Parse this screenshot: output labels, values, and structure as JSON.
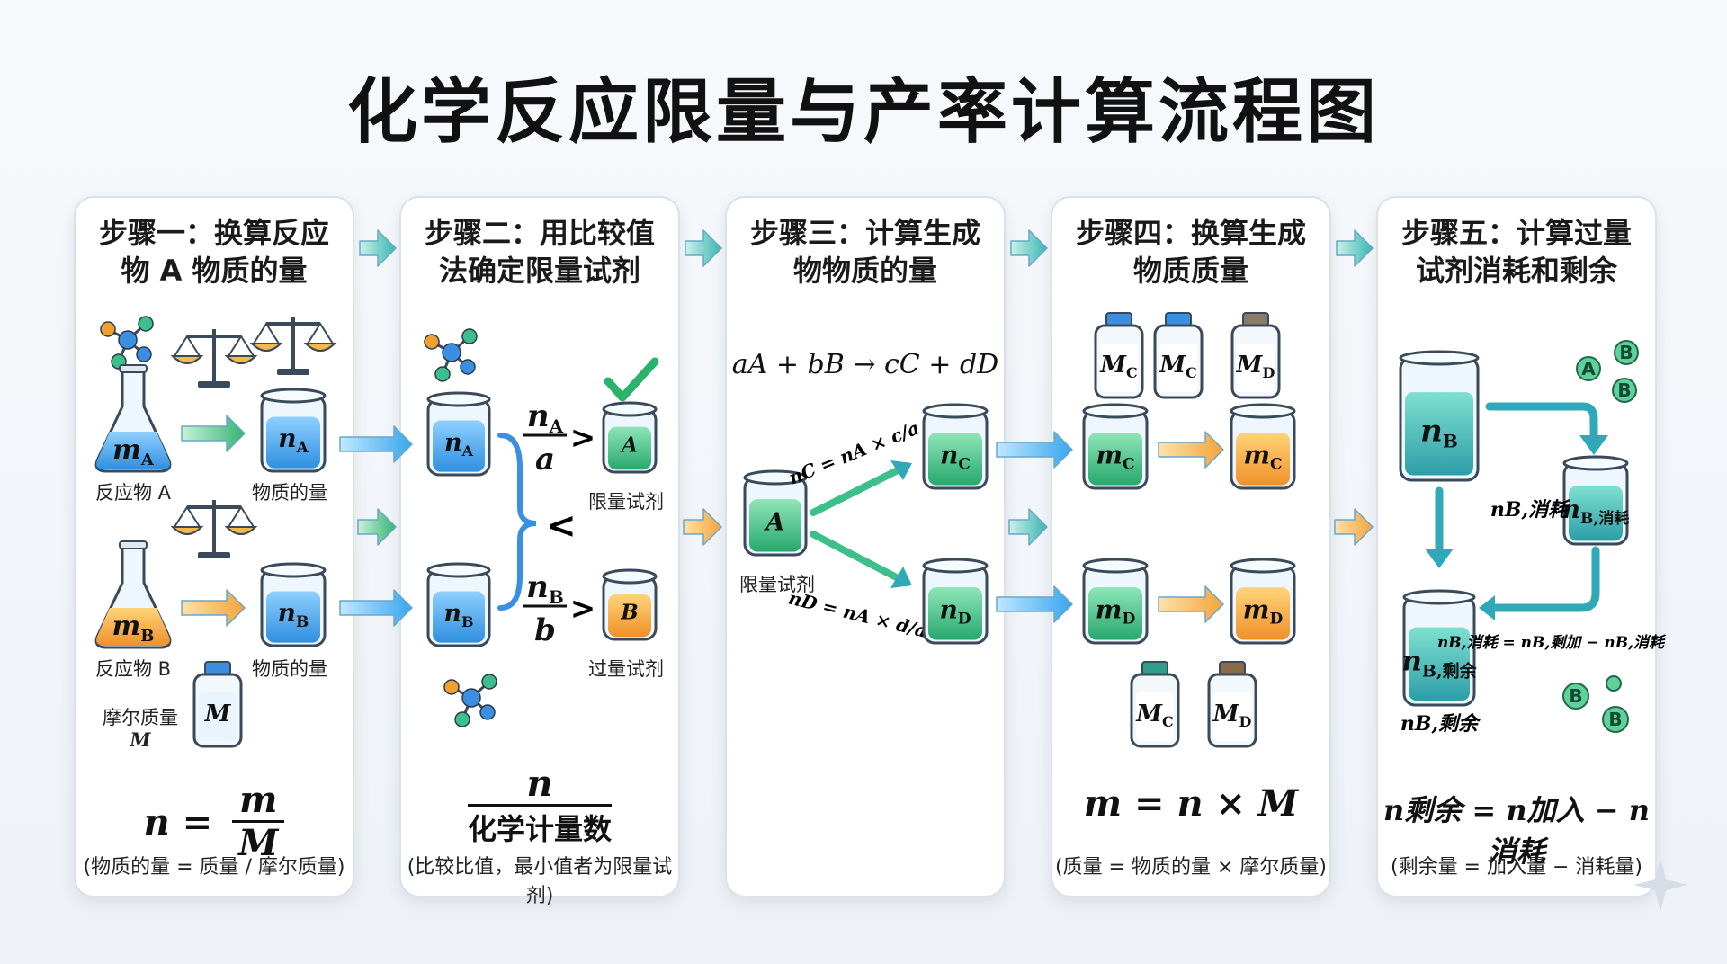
{
  "title": "化学反应限量与产率计算流程图",
  "steps": [
    {
      "title_line1": "步骤一：换算反应",
      "title_line2": "物 A 物质的量",
      "label_reactant_a": "反应物 A",
      "label_amount_a": "物质的量",
      "label_reactant_b": "反应物 B",
      "label_amount_b": "物质的量",
      "label_molar_mass": "摩尔质量",
      "label_molar_mass_sym": "M",
      "formula_left": "n =",
      "formula_num": "m",
      "formula_den": "M",
      "caption": "(物质的量 = 质量 / 摩尔质量)"
    },
    {
      "title_line1": "步骤二：用比较值",
      "title_line2": "法确定限量试剂",
      "label_limiting": "限量试剂",
      "label_excess": "过量试剂",
      "formula_num": "n",
      "formula_den": "化学计量数",
      "caption": "(比较比值，最小值者为限量试剂)"
    },
    {
      "title_line1": "步骤三：计算生成",
      "title_line2": "物物质的量",
      "equation": "aA + bB → cC + dD",
      "label_limiting": "限量试剂"
    },
    {
      "title_line1": "步骤四：换算生成",
      "title_line2": "物质质量",
      "formula": "m = n × M",
      "caption": "(质量 = 物质的量 × 摩尔质量)"
    },
    {
      "title_line1": "步骤五：计算过量",
      "title_line2": "试剂消耗和剩余",
      "formula": "n剩余 = n加入 − n消耗",
      "caption": "(剩余量 = 加入量 − 消耗量)"
    }
  ],
  "colors": {
    "blue": "#4aa3ea",
    "orange": "#f5a93a",
    "green": "#3cc08a",
    "teal": "#2fa9b8",
    "check": "#2ab36a"
  },
  "icons": [
    "molecule-icon",
    "balance-icon",
    "flask-icon",
    "beaker-icon",
    "bottle-icon",
    "arrow-icon",
    "check-icon"
  ]
}
